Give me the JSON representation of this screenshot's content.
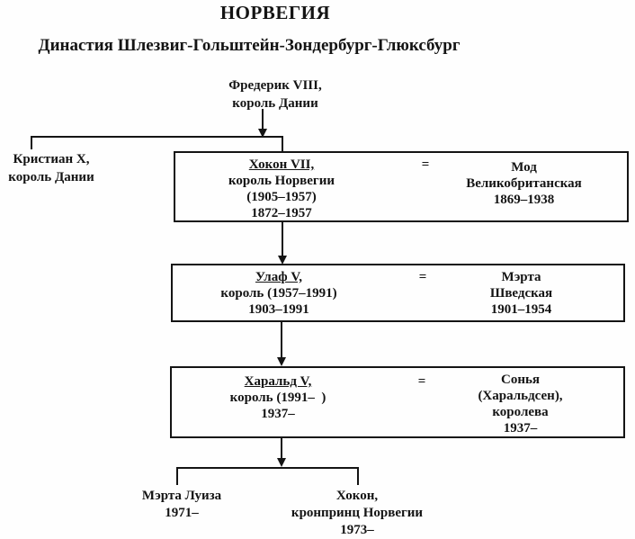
{
  "page": {
    "title": "НОРВЕГИЯ",
    "subtitle": "Династия Шлезвиг-Гольштейн-Зондербург-Глюксбург",
    "ink_color": "#141414",
    "paper_color": "#fefefe"
  },
  "ancestors": {
    "frederik": {
      "lines": [
        "Фредерик VIII,",
        "король Дании"
      ]
    },
    "christian": {
      "lines": [
        "Кристиан X,",
        "король Дании"
      ]
    }
  },
  "equals_sign": "=",
  "generations": [
    {
      "monarch": {
        "lines": [
          "Хокон VII,",
          "король Норвегии",
          "(1905–1957)",
          "1872–1957"
        ]
      },
      "spouse": {
        "lines": [
          "Мод",
          "Великобританская",
          "1869–1938"
        ]
      }
    },
    {
      "monarch": {
        "lines": [
          "Улаф V,",
          "король (1957–1991)",
          "1903–1991"
        ]
      },
      "spouse": {
        "lines": [
          "Мэрта",
          "Шведская",
          "1901–1954"
        ]
      }
    },
    {
      "monarch": {
        "lines": [
          "Харальд V,",
          "король (1991–  )",
          "1937–"
        ]
      },
      "spouse": {
        "lines": [
          "Сонья",
          "(Харальдсен),",
          "королева",
          "1937–"
        ]
      }
    }
  ],
  "children": [
    {
      "lines": [
        "Мэрта Луиза",
        "1971–"
      ]
    },
    {
      "lines": [
        "Хокон,",
        "кронпринц Норвегии",
        "1973–"
      ]
    }
  ]
}
